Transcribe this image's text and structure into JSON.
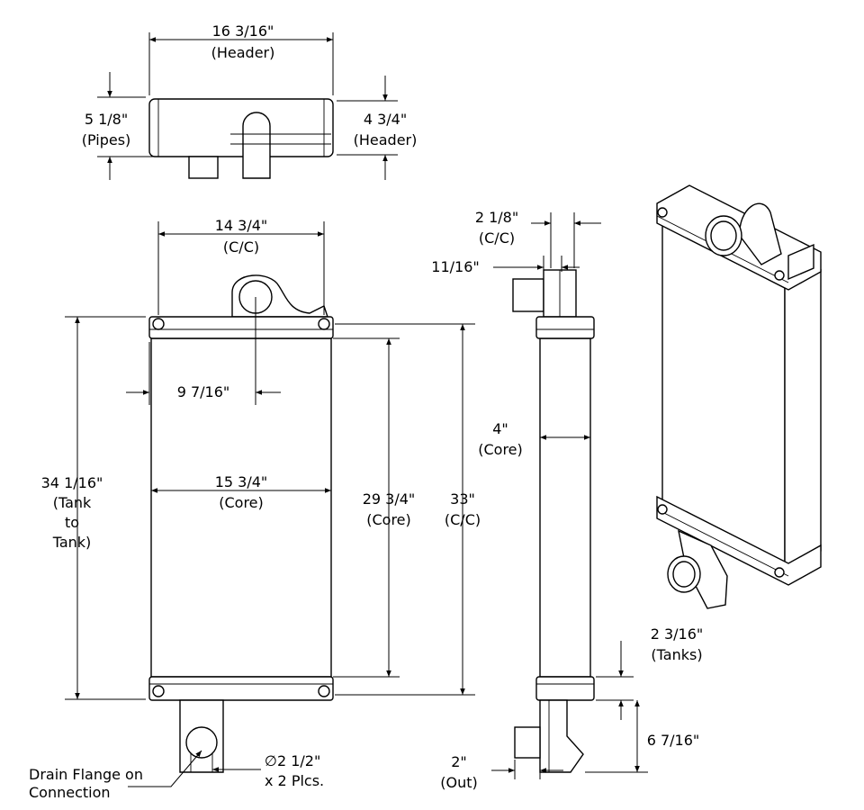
{
  "top_view": {
    "header_width": {
      "value": "16 3/16\"",
      "note": "(Header)"
    },
    "pipes_height": {
      "value": "5 1/8\"",
      "note": "(Pipes)"
    },
    "header_height": {
      "value": "4 3/4\"",
      "note": "(Header)"
    }
  },
  "front_view": {
    "cc_width": {
      "value": "14 3/4\"",
      "note": "(C/C)"
    },
    "offset": {
      "value": "9 7/16\""
    },
    "core_width": {
      "value": "15 3/4\"",
      "note": "(Core)"
    },
    "tank_to_tank": {
      "value": "34 1/16\"",
      "lines": [
        "(Tank",
        "to",
        "Tank)"
      ]
    },
    "core_height": {
      "value": "29 3/4\"",
      "note": "(Core)"
    },
    "cc_height": {
      "value": "33\"",
      "note": "(C/C)"
    },
    "drain_note": [
      "Drain Flange on",
      "Connection"
    ],
    "diameter": {
      "value": "∅2 1/2\"",
      "note": "x 2 Plcs."
    }
  },
  "side_view": {
    "pipe_cc": {
      "value": "2 1/8\"",
      "note": "(C/C)"
    },
    "flange_offset": {
      "value": "11/16\""
    },
    "core_depth": {
      "value": "4\"",
      "note": "(Core)"
    },
    "tanks": {
      "value": "2 3/16\"",
      "note": "(Tanks)"
    },
    "outlet_height": {
      "value": "6 7/16\""
    },
    "out_size": {
      "value": "2\"",
      "note": "(Out)"
    }
  }
}
